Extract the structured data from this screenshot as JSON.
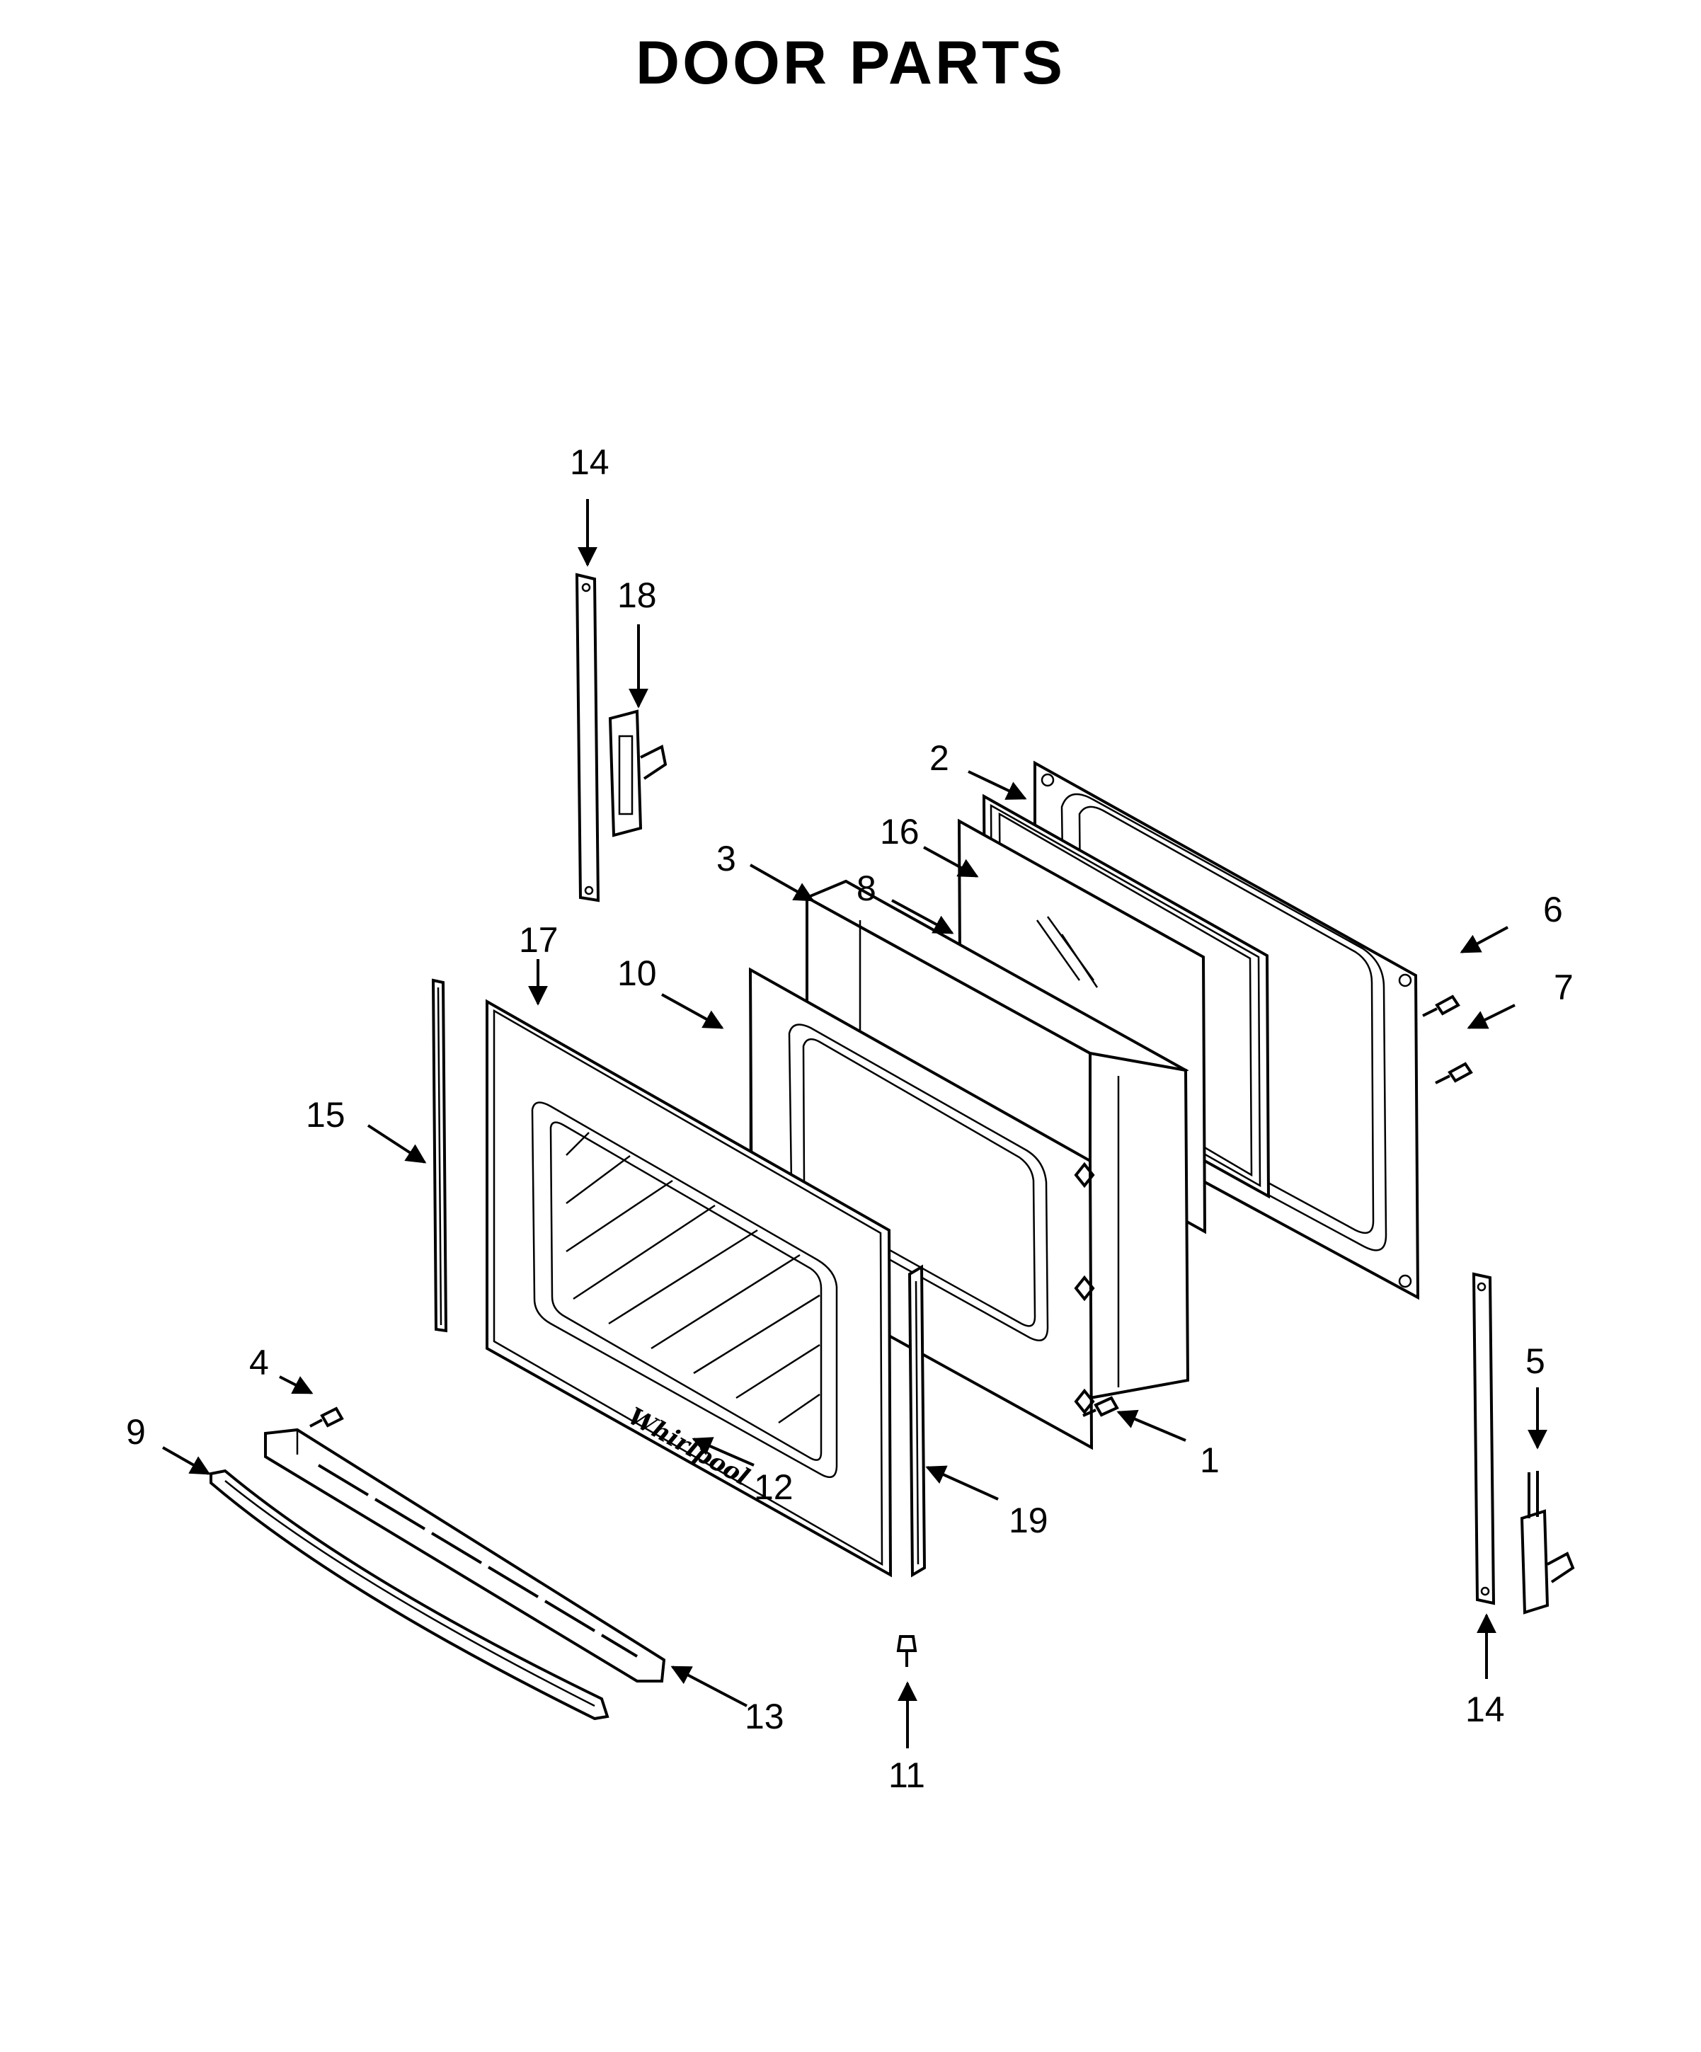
{
  "title": "DOOR PARTS",
  "callouts": {
    "c1": "1",
    "c2": "2",
    "c3": "3",
    "c4": "4",
    "c5": "5",
    "c6": "6",
    "c7": "7",
    "c8": "8",
    "c9": "9",
    "c10": "10",
    "c11": "11",
    "c12": "12",
    "c13": "13",
    "c14_top": "14",
    "c14_bottom": "14",
    "c15": "15",
    "c16": "16",
    "c17": "17",
    "c18": "18",
    "c19": "19"
  },
  "logo_text": "Whirlpool"
}
